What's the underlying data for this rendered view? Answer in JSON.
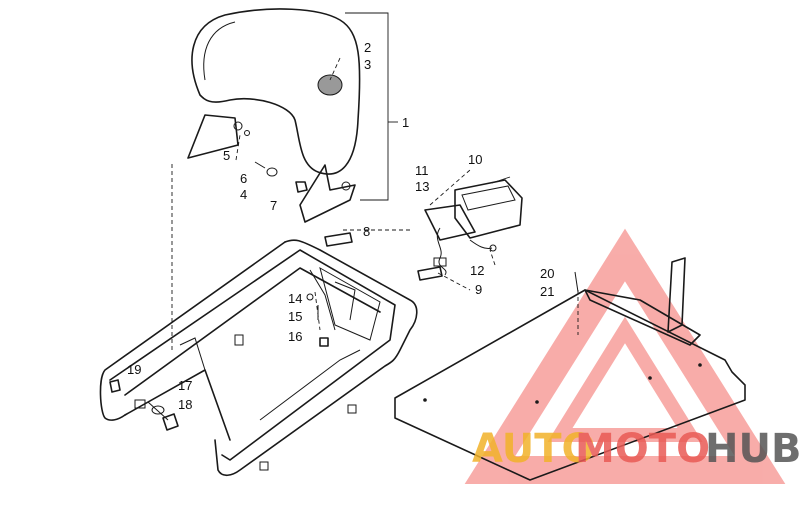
{
  "callouts": [
    "1",
    "2",
    "3",
    "4",
    "5",
    "6",
    "7",
    "8",
    "9",
    "10",
    "11",
    "12",
    "13",
    "14",
    "15",
    "16",
    "17",
    "18",
    "19",
    "20",
    "21"
  ],
  "watermark": {
    "part1": "AUTO",
    "part2": "MOTO",
    "part3": "HUB",
    "color_primary": "#f2b22a",
    "color_secondary": "#e95a55",
    "color_dark": "#555555"
  },
  "colors": {
    "line": "#1a1a1a",
    "background": "#ffffff"
  }
}
